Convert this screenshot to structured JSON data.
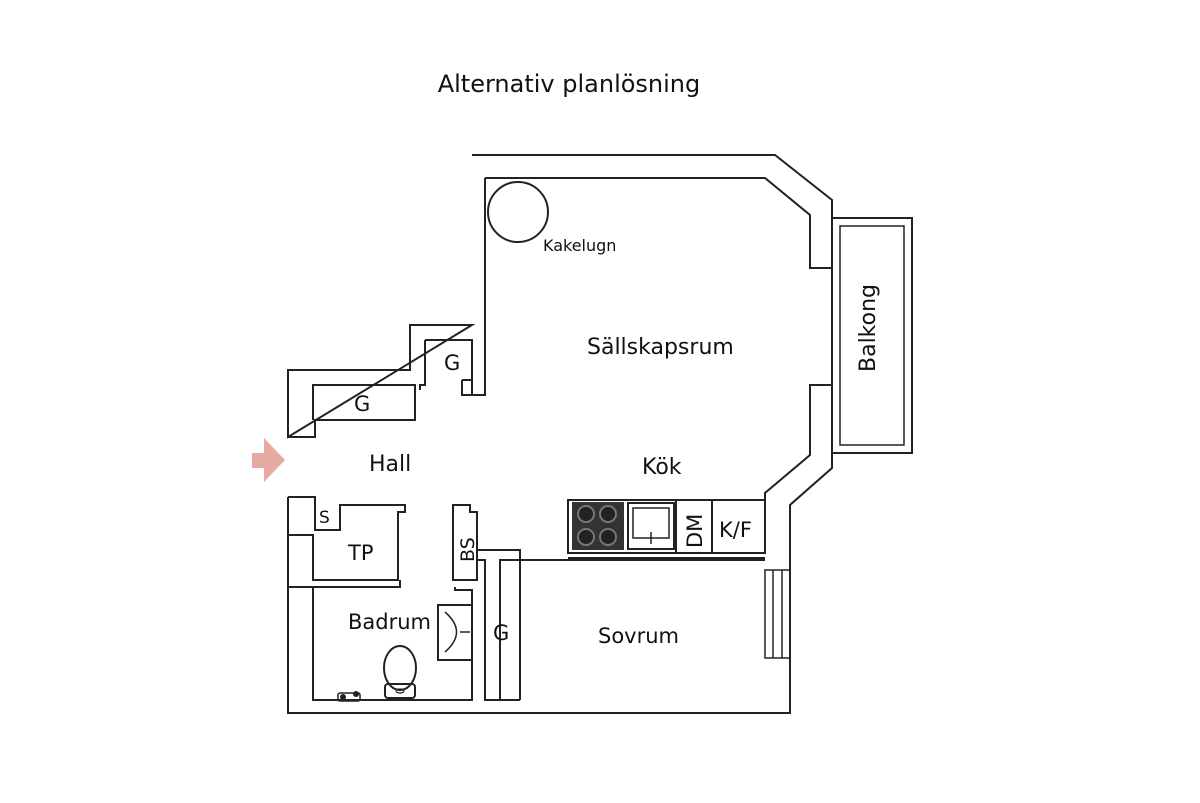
{
  "title": "Alternativ planlösning",
  "rooms": {
    "sallskapsrum": "Sällskapsrum",
    "kakelugn": "Kakelugn",
    "balkong": "Balkong",
    "hall": "Hall",
    "kok": "Kök",
    "badrum": "Badrum",
    "sovrum": "Sovrum",
    "g_closet_top": "G",
    "g_closet_left": "G",
    "g_closet_bedroom": "G",
    "s": "S",
    "tp": "TP",
    "bs": "BS",
    "dm": "DM",
    "kf": "K/F"
  },
  "colors": {
    "entrance_arrow": "#e6aaa2",
    "wall": "#222222",
    "stove": "#333333"
  },
  "icons": {
    "entrance": "entrance-arrow-icon",
    "stove": "stove-icon",
    "sink": "kitchen-sink-icon",
    "washbasin": "washbasin-icon",
    "toilet": "toilet-icon",
    "faucet": "faucet-icon"
  }
}
